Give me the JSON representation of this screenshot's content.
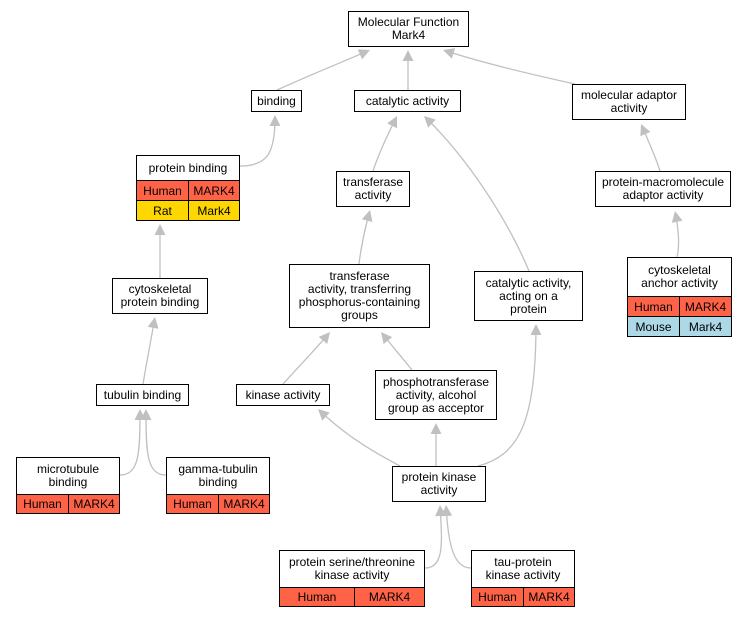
{
  "colors": {
    "edge": "#c0c0c0",
    "human": "#ff6347",
    "rat": "#ffd700",
    "mouse": "#add8e6",
    "node_border": "#000000"
  },
  "nodes": {
    "root": {
      "label": "Molecular Function\nMark4"
    },
    "binding": {
      "label": "binding"
    },
    "catalytic": {
      "label": "catalytic activity"
    },
    "adaptor": {
      "label": "molecular adaptor\nactivity"
    },
    "protein_binding": {
      "label": "protein binding",
      "ann": [
        [
          "Human",
          "MARK4"
        ],
        [
          "Rat",
          "Mark4"
        ]
      ]
    },
    "transferase": {
      "label": "transferase\nactivity"
    },
    "pm_adaptor": {
      "label": "protein-macromolecule\nadaptor activity"
    },
    "cyto_binding": {
      "label": "cytoskeletal\nprotein binding"
    },
    "transf_phos": {
      "label": "transferase\nactivity, transferring\nphosphorus-containing\ngroups"
    },
    "cat_protein": {
      "label": "catalytic activity,\nacting on a\nprotein"
    },
    "cyto_anchor": {
      "label": "cytoskeletal\nanchor activity",
      "ann": [
        [
          "Human",
          "MARK4"
        ],
        [
          "Mouse",
          "Mark4"
        ]
      ]
    },
    "tubulin": {
      "label": "tubulin binding"
    },
    "kinase": {
      "label": "kinase activity"
    },
    "phosphotrans": {
      "label": "phosphotransferase\nactivity, alcohol\ngroup as acceptor"
    },
    "microtubule": {
      "label": "microtubule\nbinding",
      "ann": [
        [
          "Human",
          "MARK4"
        ]
      ]
    },
    "gamma": {
      "label": "gamma-tubulin\nbinding",
      "ann": [
        [
          "Human",
          "MARK4"
        ]
      ]
    },
    "pk": {
      "label": "protein kinase\nactivity"
    },
    "ser_thr": {
      "label": "protein serine/threonine\nkinase activity",
      "ann": [
        [
          "Human",
          "MARK4"
        ]
      ]
    },
    "tau": {
      "label": "tau-protein\nkinase activity",
      "ann": [
        [
          "Human",
          "MARK4"
        ]
      ]
    }
  }
}
